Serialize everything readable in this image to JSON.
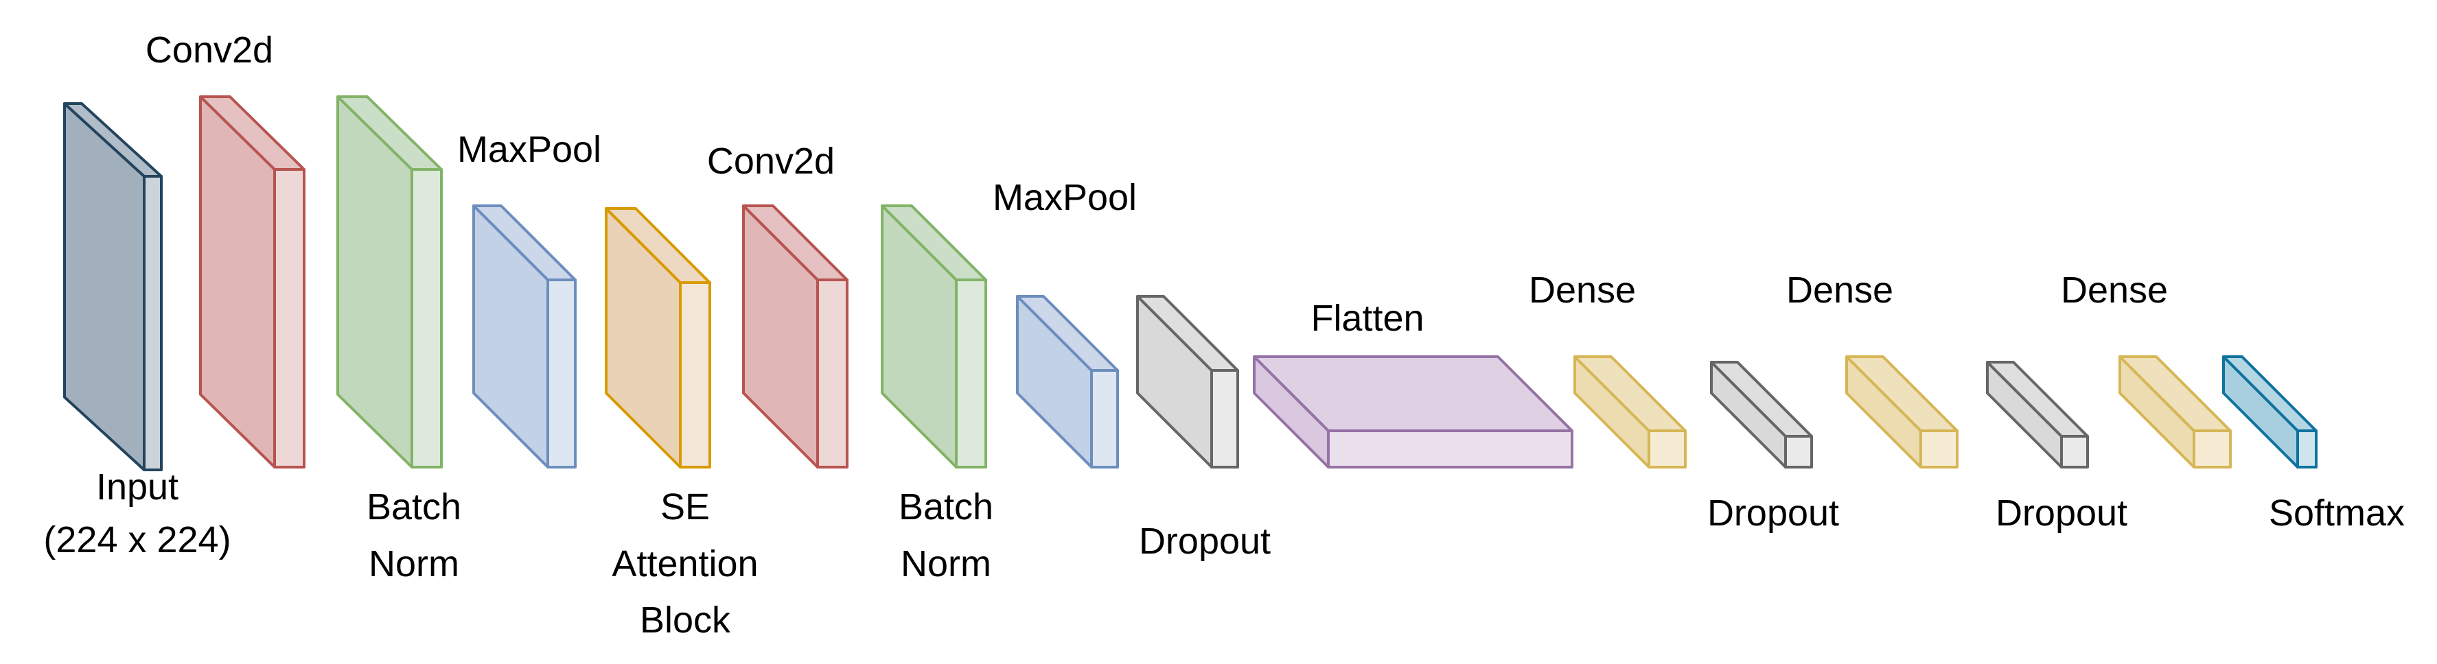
{
  "diagram": {
    "background": "#ffffff",
    "labels": {
      "input_line1": "Input",
      "input_line2": "(224 x 224)",
      "conv1": "Conv2d",
      "bn1_line1": "Batch",
      "bn1_line2": "Norm",
      "maxpool1": "MaxPool",
      "se_line1": "SE",
      "se_line2": "Attention",
      "se_line3": "Block",
      "conv2": "Conv2d",
      "bn2_line1": "Batch",
      "bn2_line2": "Norm",
      "maxpool2": "MaxPool",
      "dropout1": "Dropout",
      "flatten": "Flatten",
      "dense1": "Dense",
      "dropout2": "Dropout",
      "dense2": "Dense",
      "dropout3": "Dropout",
      "dense3": "Dense",
      "softmax": "Softmax"
    },
    "layers": [
      {
        "id": "input",
        "kind": "Input",
        "fill": "#a2b0be",
        "stroke": "#23445d"
      },
      {
        "id": "conv1",
        "kind": "Conv2d",
        "fill": "#e0b6b6",
        "stroke": "#b85450"
      },
      {
        "id": "bn1",
        "kind": "Batch Norm",
        "fill": "#c2d8bd",
        "stroke": "#82b366"
      },
      {
        "id": "maxpool1",
        "kind": "MaxPool",
        "fill": "#c3d1e6",
        "stroke": "#6c8ebf"
      },
      {
        "id": "se",
        "kind": "SE Attention Block",
        "fill": "#ead2b6",
        "stroke": "#d79b00"
      },
      {
        "id": "conv2",
        "kind": "Conv2d",
        "fill": "#e0b6b6",
        "stroke": "#b85450"
      },
      {
        "id": "bn2",
        "kind": "Batch Norm",
        "fill": "#c2d8bd",
        "stroke": "#82b366"
      },
      {
        "id": "maxpool2",
        "kind": "MaxPool",
        "fill": "#c3d1e6",
        "stroke": "#6c8ebf"
      },
      {
        "id": "dropout1",
        "kind": "Dropout",
        "fill": "#d9d9d9",
        "stroke": "#666666"
      },
      {
        "id": "flatten",
        "kind": "Flatten",
        "fill": "#d9c8df",
        "stroke": "#9673a6"
      },
      {
        "id": "dense1",
        "kind": "Dense",
        "fill": "#ecdcaf",
        "stroke": "#d6b656"
      },
      {
        "id": "dropout2",
        "kind": "Dropout",
        "fill": "#d9d9d9",
        "stroke": "#666666"
      },
      {
        "id": "dense2",
        "kind": "Dense",
        "fill": "#ecdcaf",
        "stroke": "#d6b656"
      },
      {
        "id": "dropout3",
        "kind": "Dropout",
        "fill": "#d9d9d9",
        "stroke": "#666666"
      },
      {
        "id": "dense3",
        "kind": "Dense",
        "fill": "#ecdcaf",
        "stroke": "#d6b656"
      },
      {
        "id": "softmax",
        "kind": "Softmax",
        "fill": "#a8cfe0",
        "stroke": "#10739e"
      }
    ]
  }
}
